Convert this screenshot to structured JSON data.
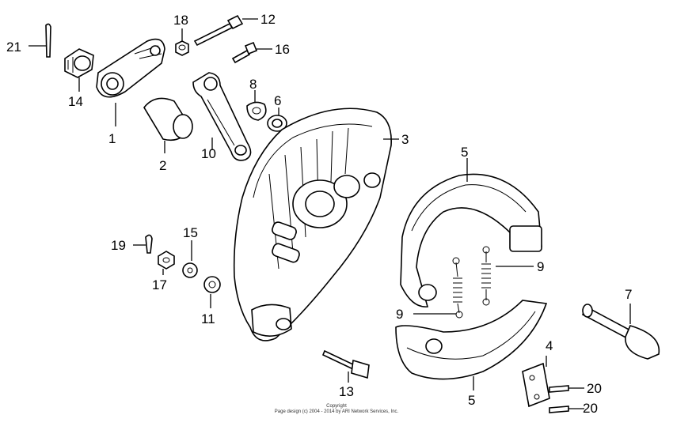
{
  "callouts": [
    "21",
    "14",
    "1",
    "18",
    "12",
    "16",
    "10",
    "8",
    "6",
    "2",
    "3",
    "5",
    "9",
    "9",
    "19",
    "15",
    "17",
    "11",
    "7",
    "4",
    "13",
    "5",
    "20",
    "20"
  ],
  "copyright": {
    "line1": "Copyright",
    "line2": "Page design (c) 2004 - 2014 by ARI Network Services, Inc."
  }
}
